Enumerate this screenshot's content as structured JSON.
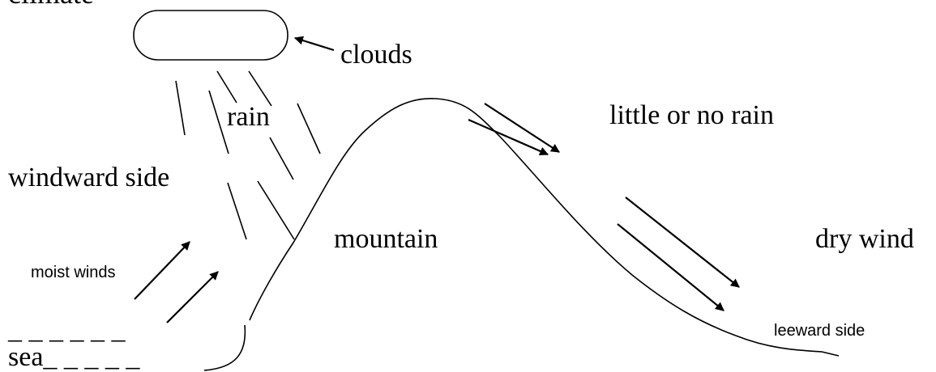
{
  "labels": {
    "climate_cut": "climate",
    "clouds": "clouds",
    "rain": "rain",
    "little_or_no_rain": "little or no rain",
    "windward_side": "windward side",
    "mountain": "mountain",
    "dry_wind": "dry wind",
    "moist_winds": "moist winds",
    "dashes_top": "_ _ _ _ _ _",
    "sea": "sea_ _ _ _ _",
    "leeward_side": "leeward side"
  },
  "colors": {
    "ink": "#000000",
    "background": "#ffffff"
  }
}
